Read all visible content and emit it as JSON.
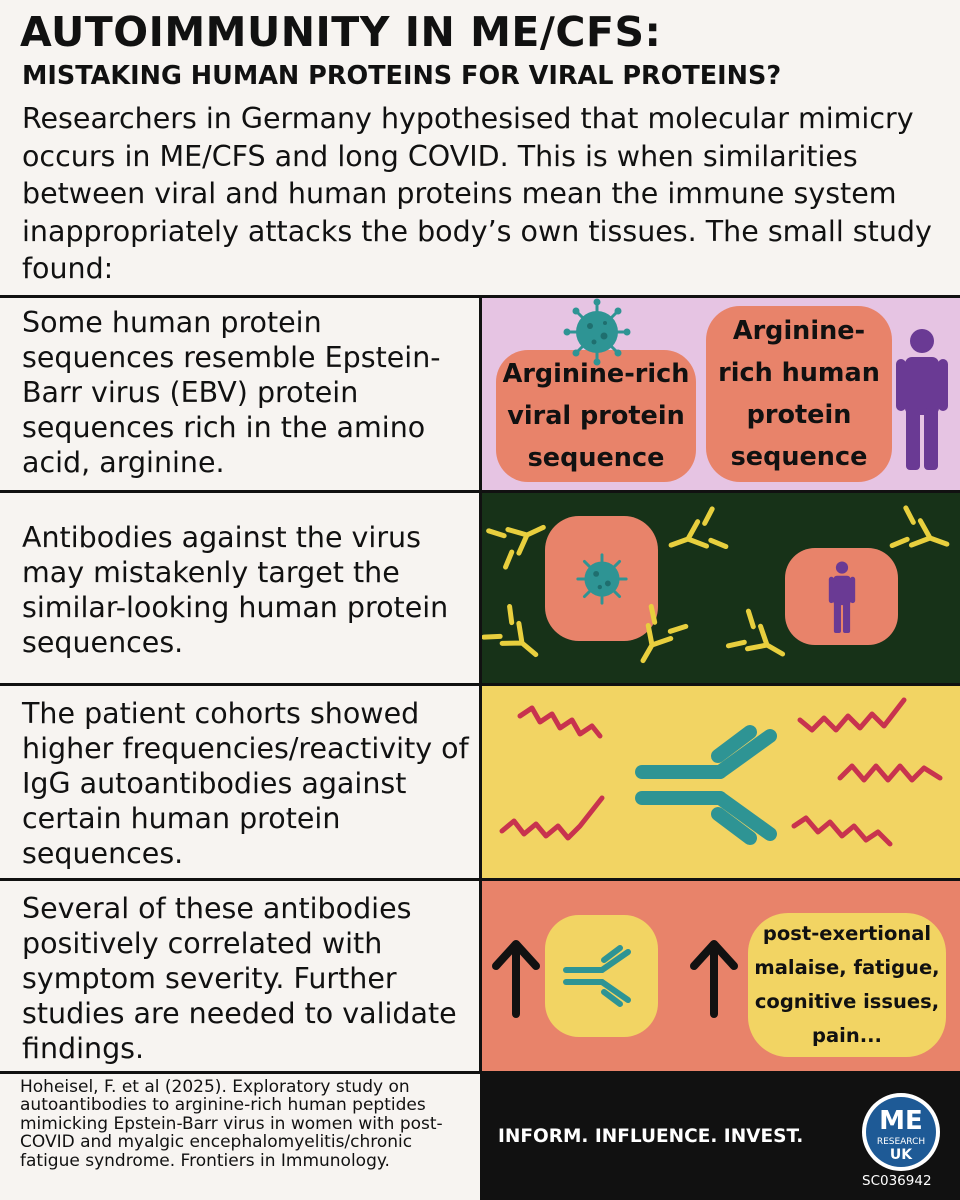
{
  "title": "AUTOIMMUNITY IN ME/CFS:",
  "subtitle": "MISTAKING HUMAN PROTEINS FOR VIRAL PROTEINS?",
  "intro": "Researchers in Germany hypothesised that molecular mimicry occurs in ME/CFS and long COVID. This is when similarities between viral and human proteins mean the immune system inappropriately attacks the body’s own tissues. The small study found:",
  "rows": [
    {
      "text": "Some human protein sequences resemble Epstein-Barr virus (EBV) protein sequences rich in the amino acid, arginine.",
      "panel_color": "#e6c4e3",
      "viral_label": "Arginine-rich viral protein sequence",
      "human_label": "Arginine-rich human protein sequence"
    },
    {
      "text": "Antibodies against the virus may mistakenly target the similar-looking human protein sequences.",
      "panel_color": "#173218"
    },
    {
      "text": "The patient cohorts showed higher frequencies/reactivity of IgG autoantibodies against certain human protein sequences.",
      "panel_color": "#f2d463"
    },
    {
      "text": "Several of these antibodies positively correlated with symptom severity. Further studies are needed to validate findings.",
      "panel_color": "#e8836a",
      "symptoms_label": "post-exertional malaise, fatigue, cognitive issues, pain..."
    }
  ],
  "reference": "Hoheisel, F. et al (2025). Exploratory study on autoantibodies to arginine-rich human peptides mimicking Epstein-Barr virus in women with post-COVID and myalgic encephalomyelitis/chronic fatigue syndrome. Frontiers in Immunology.",
  "footer": {
    "tagline": "INFORM. INFLUENCE. INVEST.",
    "logo_me": "ME",
    "logo_research": "RESEARCH",
    "logo_uk": "UK",
    "charity_number": "SC036942"
  },
  "colors": {
    "virus": "#2e9494",
    "person": "#6a3a94",
    "antibody_yellow": "#e8cf3e",
    "antibody_teal": "#2e9494",
    "squiggle": "#c8334e",
    "arrow": "#111111"
  },
  "icons": [
    "virus-icon",
    "person-icon",
    "antibody-icon",
    "squiggle-icon",
    "up-arrow-icon",
    "logo-icon"
  ]
}
